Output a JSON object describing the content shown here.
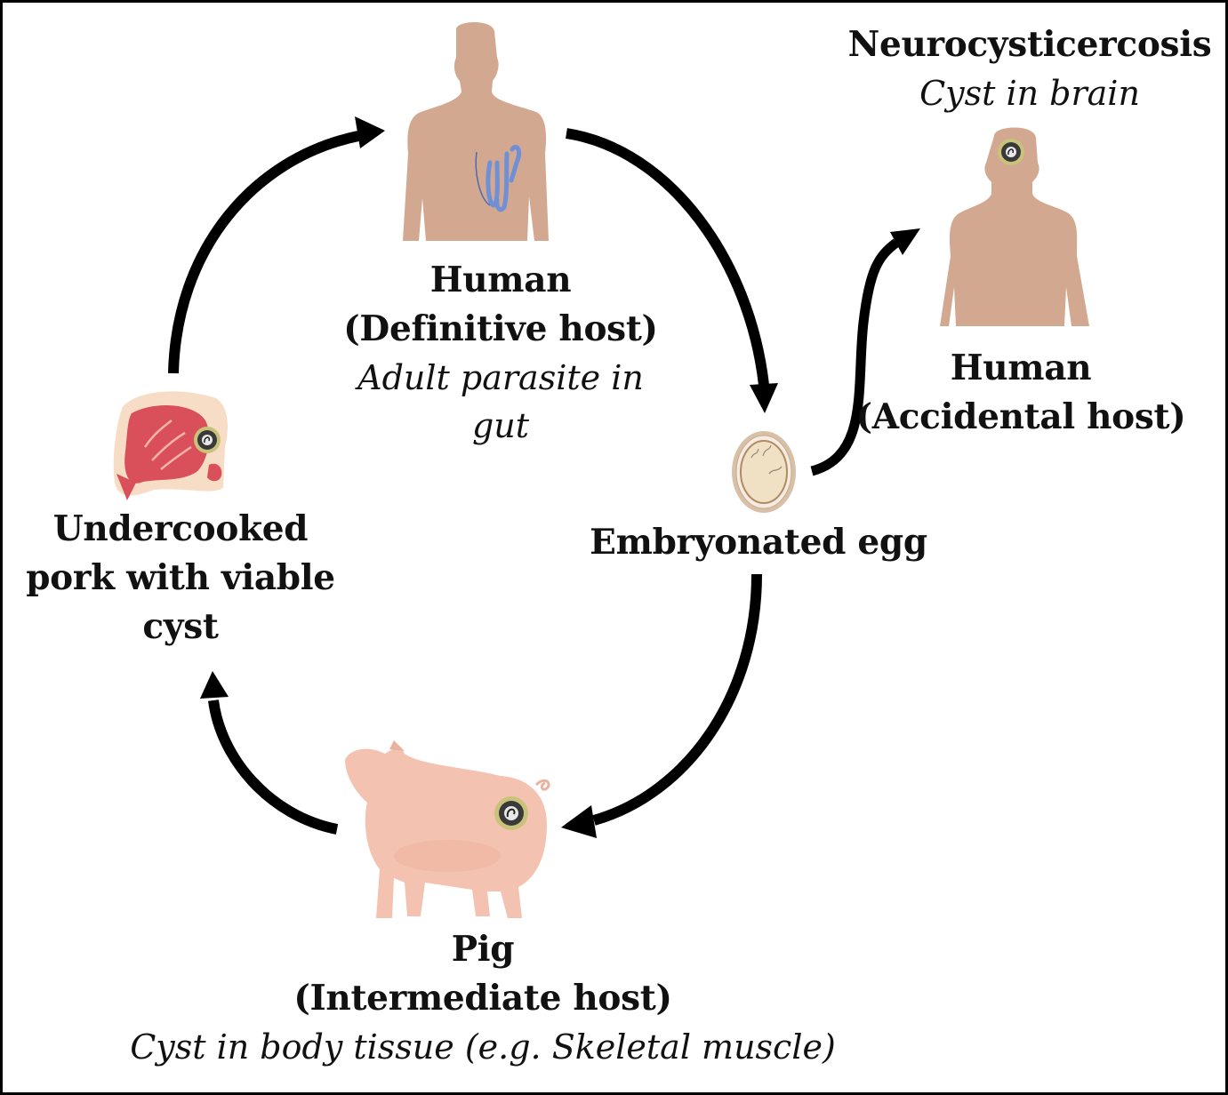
{
  "diagram": {
    "title": "Taenia solium life cycle",
    "colors": {
      "skin": "#d3a891",
      "worm": "#6f8fd6",
      "arrow": "#000000",
      "pig": "#f4c2b0",
      "meat": "#d9505a",
      "fat": "#f7dcc6",
      "egg_shell": "#d8bfa8",
      "egg_inner": "#f3e6cf",
      "cyst": "#3a3a3a",
      "cyst_ring": "#c9c27a"
    },
    "nodes": {
      "definitive_host": {
        "icon": "human-silhouette-with-tapeworm",
        "title": "Human",
        "subtitle": "(Definitive host)",
        "note_line1": "Adult parasite in",
        "note_line2": "gut"
      },
      "egg": {
        "icon": "embryonated-egg",
        "title": "Embryonated egg"
      },
      "intermediate_host": {
        "icon": "pig-with-cyst",
        "title": "Pig",
        "subtitle": "(Intermediate host)",
        "note": "Cyst in body tissue (e.g. Skeletal muscle)"
      },
      "pork": {
        "icon": "pork-cut-with-cyst",
        "line1": "Undercooked",
        "line2": "pork with viable",
        "line3": "cyst"
      },
      "accidental_host": {
        "icon": "human-silhouette-with-brain-cyst",
        "heading": "Neurocysticercosis",
        "heading_note": "Cyst in brain",
        "title": "Human",
        "subtitle": "(Accidental host)"
      }
    },
    "edges": [
      {
        "from": "definitive_host",
        "to": "egg"
      },
      {
        "from": "egg",
        "to": "intermediate_host"
      },
      {
        "from": "intermediate_host",
        "to": "pork"
      },
      {
        "from": "pork",
        "to": "definitive_host"
      },
      {
        "from": "egg",
        "to": "accidental_host"
      }
    ]
  }
}
